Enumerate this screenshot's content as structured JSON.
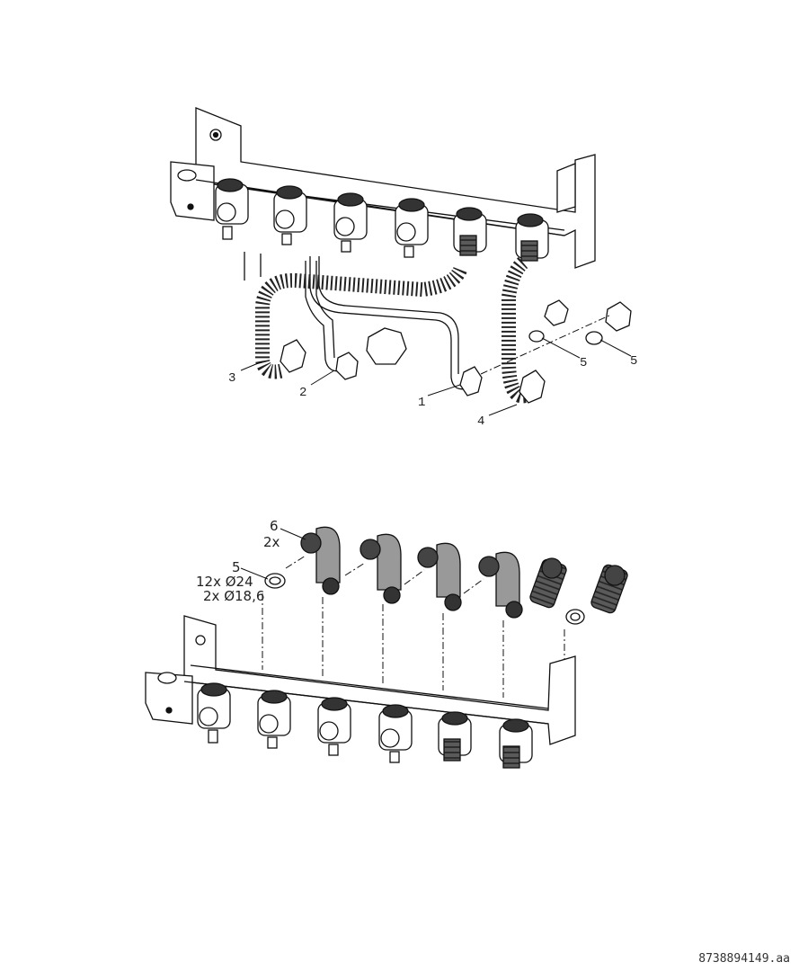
{
  "upper": {
    "callouts": [
      "1",
      "2",
      "3",
      "4",
      "5",
      "5"
    ]
  },
  "lower": {
    "callout_6": "6",
    "callout_6_qty": "2x",
    "callout_5": "5",
    "callout_5_qty_a": "12x Ø24",
    "callout_5_qty_b": "2x Ø18,6"
  },
  "reference_code": "8738894149.aa"
}
